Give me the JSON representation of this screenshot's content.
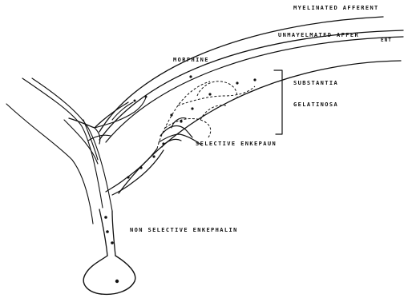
{
  "labels": {
    "myelinated_afferent": "MYELINATED AFFERENT",
    "unmyelinated_afferent_main": "UNMAYELMATED AFFER",
    "unmyelinated_afferent_sub": "ENT",
    "morphine": "MORPHINE",
    "substantia": "SUBSTANTIA",
    "gelatinosa": "GELATINOSA",
    "selective_enkephalin": "SELECTIVE ENKEPAUN",
    "non_selective_enkephalin": "NON SELECTIVE ENKEPHALIN"
  }
}
